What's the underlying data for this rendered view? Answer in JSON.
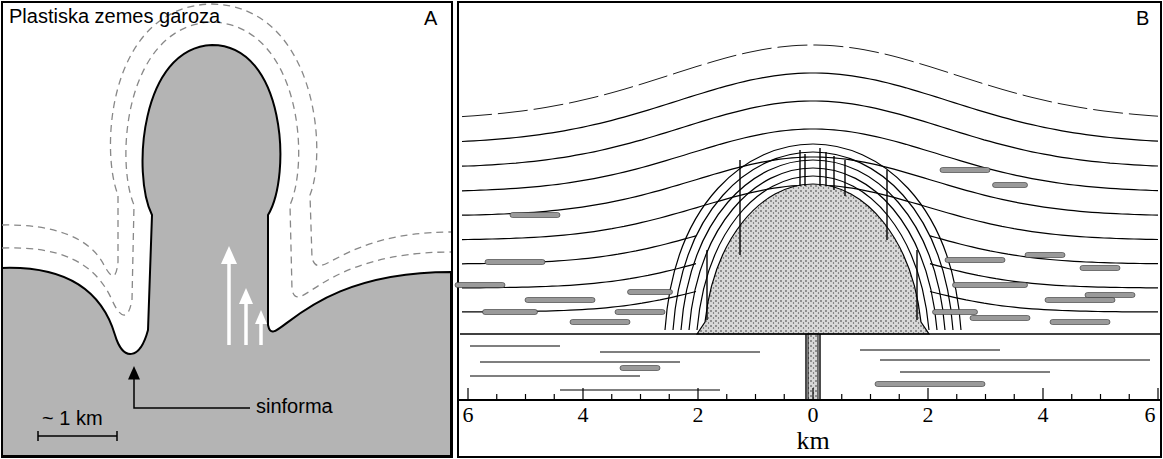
{
  "diagram": {
    "labels": [
      "Plastiska zemes garoza",
      "A",
      "~ 1 km",
      "sinforma",
      "B",
      "6",
      "4",
      "2",
      "0",
      "2",
      "4",
      "6",
      "km"
    ]
  }
}
